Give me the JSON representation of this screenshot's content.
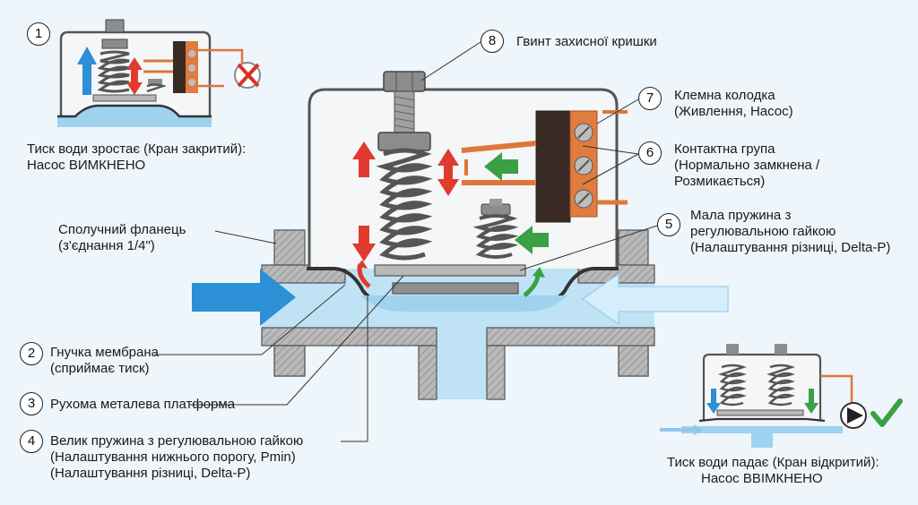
{
  "callouts": [
    {
      "num": "1",
      "lines": [
        "Тиск води зростає (Кран закритий):",
        "Насос ВИМКНЕНО"
      ]
    },
    {
      "num": "2",
      "lines": [
        "Гнучка мембрана",
        "(сприймає тиск)"
      ]
    },
    {
      "num": "3",
      "lines": [
        "Рухома металева платформа"
      ]
    },
    {
      "num": "4",
      "lines": [
        "Велик пружина з регулювальною гайкою",
        "(Налаштування нижнього порогу, Pmin)",
        "(Налаштування різниці, Delta-P)"
      ]
    },
    {
      "num": "5",
      "lines": [
        "Мала пружина з",
        "регулювальною гайкою",
        "(Налаштування різниці, Delta-P)"
      ]
    },
    {
      "num": "6",
      "lines": [
        "Контактна група",
        "(Нормально замкнена /",
        "Розмикається)"
      ]
    },
    {
      "num": "7",
      "lines": [
        "Клемна колодка",
        "(Живлення, Насос)"
      ]
    },
    {
      "num": "8",
      "lines": [
        "Гвинт захисної кришки"
      ]
    }
  ],
  "flange": {
    "lines": [
      "Сполучний фланець",
      "(з'єднання 1/4\")"
    ]
  },
  "inset_bottom": {
    "lines": [
      "Тиск води падає (Кран відкритий):",
      "Насос ВВІМКНЕНО"
    ]
  },
  "colors": {
    "water": "#bfe2f5",
    "metal": "#a8a8a8",
    "arrow_blue": "#2d8fd5",
    "arrow_red": "#e03a2f",
    "arrow_green": "#3aa046",
    "wire": "#e0763a",
    "terminal": "#3a2a24",
    "check": "#3aa046",
    "cross": "#d9302a"
  },
  "icons": [
    "cross-icon",
    "check-icon",
    "pump-icon"
  ]
}
